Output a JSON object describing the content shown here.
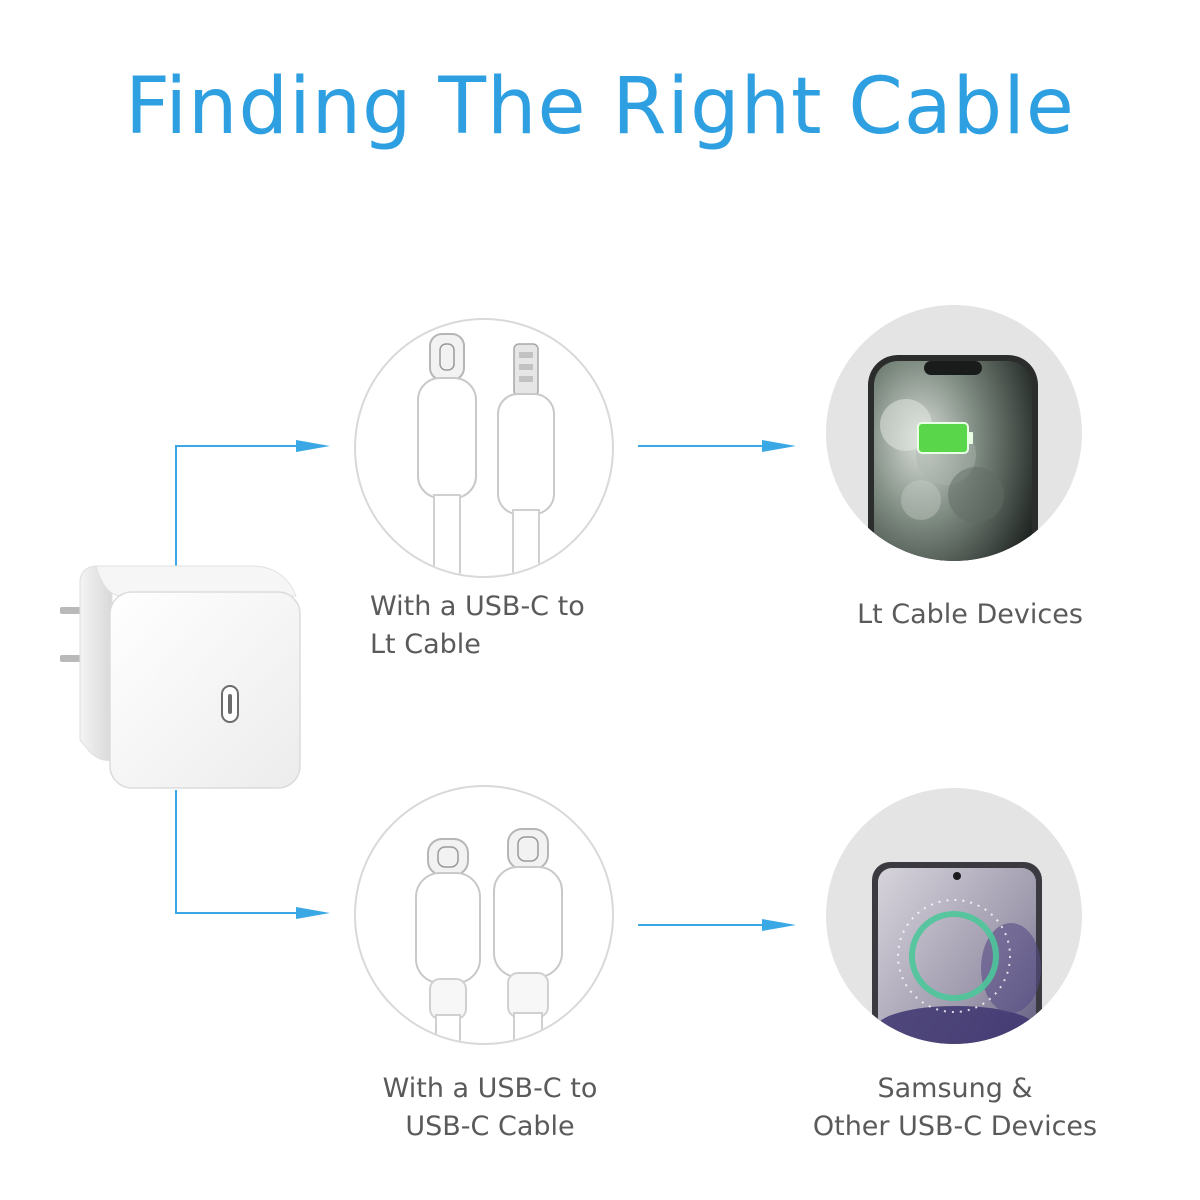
{
  "title": "Finding The Right Cable",
  "paths": [
    {
      "cable_caption_line1": "With a USB-C to",
      "cable_caption_line2": "Lt Cable",
      "device_caption_line1": "Lt Cable Devices",
      "device_caption_line2": ""
    },
    {
      "cable_caption_line1": "With a USB-C to",
      "cable_caption_line2": "USB-C Cable",
      "device_caption_line1": "Samsung &",
      "device_caption_line2": "Other USB-C Devices"
    }
  ],
  "colors": {
    "title": "#2e9fe0",
    "connector_line": "#3aa8e4",
    "circle_gray": "#e4e4e4",
    "battery": "#5ad64a",
    "charge_ring": "#4cc79a"
  },
  "icons": [
    "charger-icon",
    "usb-c-to-lightning-cable-icon",
    "usb-c-to-usb-c-cable-icon",
    "iphone-icon",
    "samsung-phone-icon",
    "arrow-right-icon"
  ]
}
